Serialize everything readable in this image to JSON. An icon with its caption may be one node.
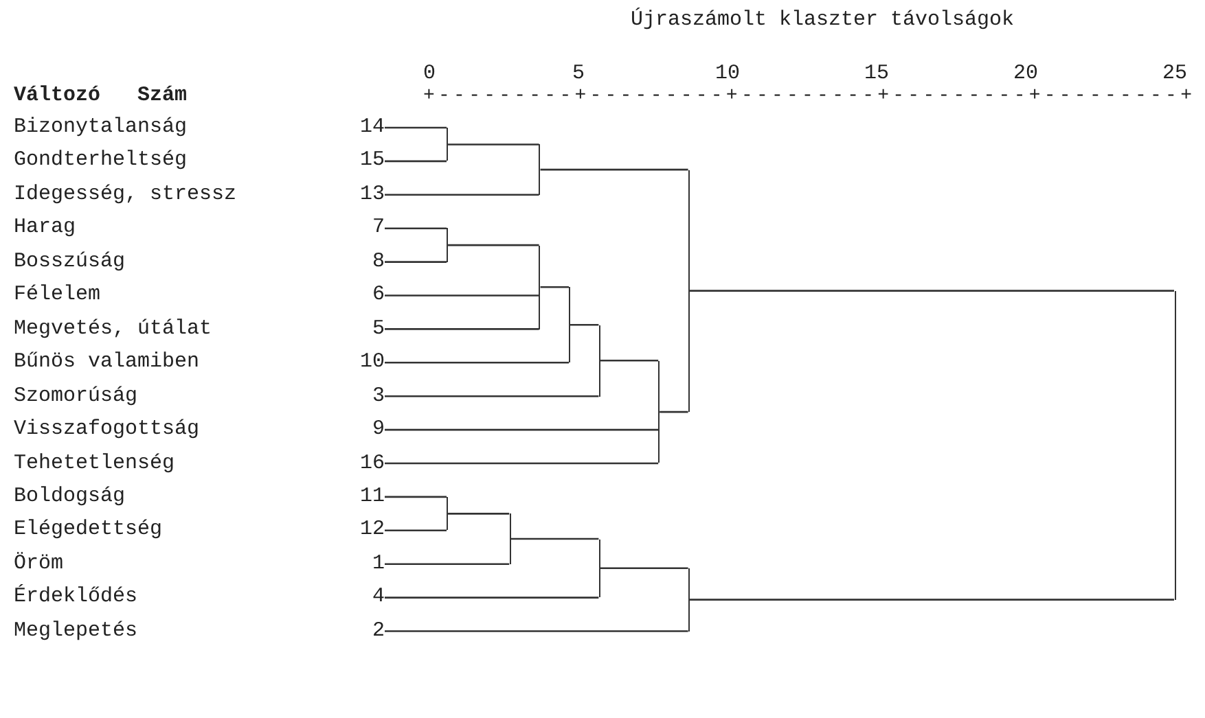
{
  "diagram": {
    "title": "Újraszámolt klaszter távolságok",
    "nodes": [
      {
        "text": [
          "Bizonytalanság",
          "14"
        ]
      },
      {
        "text": [
          "Gondterheltség",
          "15"
        ]
      },
      {
        "text": [
          "Idegesség, stressz",
          "13"
        ]
      },
      {
        "text": [
          "Harag",
          "7"
        ]
      },
      {
        "text": [
          "Bosszúság",
          "8"
        ]
      },
      {
        "text": [
          "Félelem",
          "6"
        ]
      },
      {
        "text": [
          "Megvetés, útálat",
          "5"
        ]
      },
      {
        "text": [
          "Bűnös valamiben",
          "10"
        ]
      },
      {
        "text": [
          "Szomorúság",
          "3"
        ]
      },
      {
        "text": [
          "Visszafogottság",
          "9"
        ]
      },
      {
        "text": [
          "Tehetetlenség",
          "16"
        ]
      },
      {
        "text": [
          "Boldogság",
          "11"
        ]
      },
      {
        "text": [
          "Elégedettség",
          "12"
        ]
      },
      {
        "text": [
          "Öröm",
          "1"
        ]
      },
      {
        "text": [
          "Érdeklődés",
          "4"
        ]
      },
      {
        "text": [
          "Meglepetés",
          "2"
        ]
      },
      {
        "text": [],
        "shape": "bar"
      },
      {
        "text": [],
        "shape": "bar"
      },
      {
        "text": [],
        "shape": "bar"
      },
      {
        "text": [],
        "shape": "bar"
      },
      {
        "text": [],
        "shape": "bar"
      },
      {
        "text": [],
        "shape": "bar"
      },
      {
        "text": [],
        "shape": "bar"
      },
      {
        "text": [],
        "shape": "bar"
      },
      {
        "text": [],
        "shape": "bar"
      },
      {
        "text": [],
        "shape": "bar"
      },
      {
        "text": [],
        "shape": "bar"
      },
      {
        "text": [],
        "shape": "bar"
      },
      {
        "text": [],
        "shape": "bar"
      }
    ],
    "edges": [
      {
        "from": 0,
        "to": 16,
        "arrow": "none"
      },
      {
        "from": 1,
        "to": 16,
        "arrow": "none"
      },
      {
        "from": 16,
        "to": 17,
        "arrow": "none"
      },
      {
        "from": 2,
        "to": 17,
        "arrow": "none"
      },
      {
        "from": 3,
        "to": 18,
        "arrow": "none"
      },
      {
        "from": 4,
        "to": 18,
        "arrow": "none"
      },
      {
        "from": 18,
        "to": 19,
        "arrow": "none"
      },
      {
        "from": 5,
        "to": 19,
        "arrow": "none"
      },
      {
        "from": 6,
        "to": 19,
        "arrow": "none"
      },
      {
        "from": 19,
        "to": 20,
        "arrow": "none"
      },
      {
        "from": 7,
        "to": 20,
        "arrow": "none"
      },
      {
        "from": 20,
        "to": 21,
        "arrow": "none"
      },
      {
        "from": 8,
        "to": 21,
        "arrow": "none"
      },
      {
        "from": 21,
        "to": 22,
        "arrow": "none"
      },
      {
        "from": 9,
        "to": 22,
        "arrow": "none"
      },
      {
        "from": 10,
        "to": 22,
        "arrow": "none"
      },
      {
        "from": 17,
        "to": 23,
        "arrow": "none"
      },
      {
        "from": 22,
        "to": 23,
        "arrow": "none"
      },
      {
        "from": 11,
        "to": 24,
        "arrow": "none"
      },
      {
        "from": 12,
        "to": 24,
        "arrow": "none"
      },
      {
        "from": 24,
        "to": 25,
        "arrow": "none"
      },
      {
        "from": 13,
        "to": 25,
        "arrow": "none"
      },
      {
        "from": 25,
        "to": 26,
        "arrow": "none"
      },
      {
        "from": 14,
        "to": 26,
        "arrow": "none"
      },
      {
        "from": 26,
        "to": 27,
        "arrow": "none"
      },
      {
        "from": 15,
        "to": 27,
        "arrow": "none"
      },
      {
        "from": 23,
        "to": 28,
        "arrow": "none"
      },
      {
        "from": 27,
        "to": 28,
        "arrow": "none"
      }
    ],
    "labels": [
      "0",
      "5",
      "10",
      "15",
      "20",
      "25",
      "Változó",
      "Szám",
      "+---------+---------+---------+---------+---------+"
    ]
  }
}
